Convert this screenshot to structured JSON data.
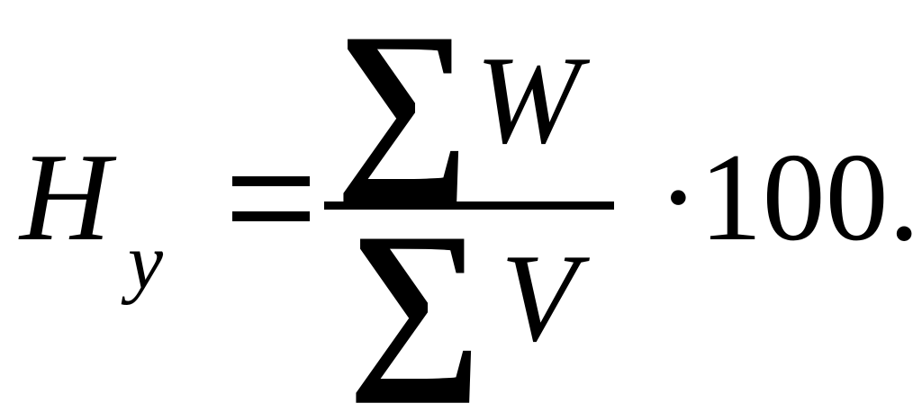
{
  "formula": {
    "lhs": {
      "variable": "H",
      "subscript": "y"
    },
    "operator": "=",
    "fraction": {
      "numerator": {
        "sum_symbol": "∑",
        "variable": "W"
      },
      "denominator": {
        "sum_symbol": "∑",
        "variable": "V"
      }
    },
    "multiplier": "·100."
  }
}
